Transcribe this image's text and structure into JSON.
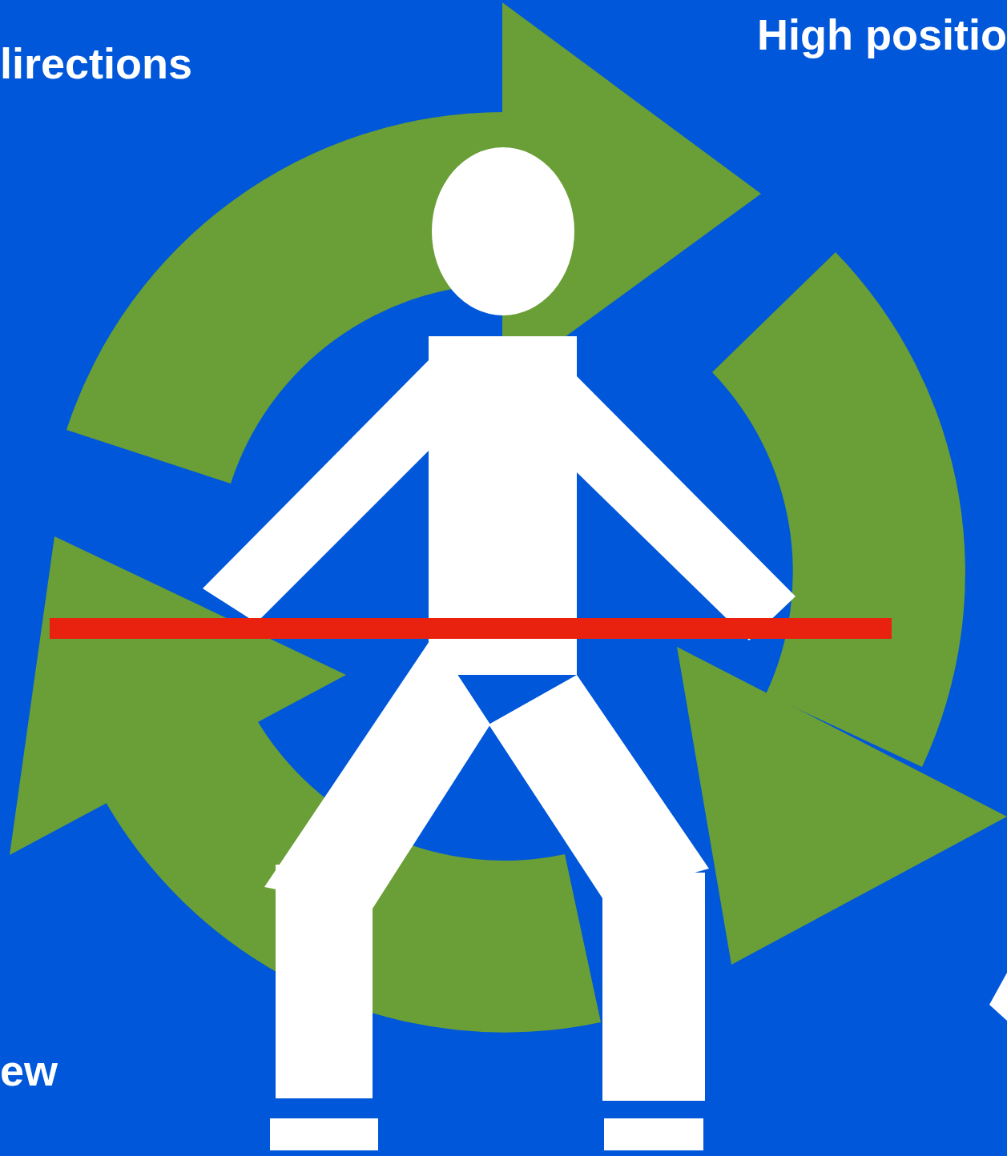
{
  "diagram": {
    "labels": [
      "lirections",
      "High positio",
      "ew"
    ]
  }
}
